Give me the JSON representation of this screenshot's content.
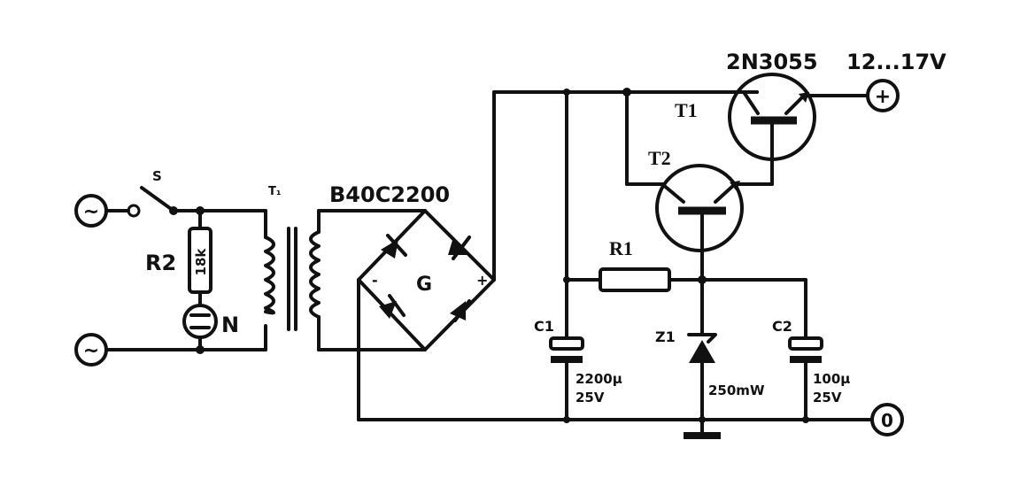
{
  "title": "",
  "labels": {
    "switch": "S",
    "transformer": "T₁",
    "bridge_type": "B40C2200",
    "bridge": "G",
    "bridge_minus": "-",
    "bridge_plus": "+",
    "r2": "R2",
    "r2_value": "18k",
    "neon": "N",
    "c1": "C1",
    "c1_value_1": "2200µ",
    "c1_value_2": "25V",
    "z1": "Z1",
    "z1_value": "250mW",
    "c2": "C2",
    "c2_value_1": "100µ",
    "c2_value_2": "25V",
    "r1": "R1",
    "t1": "T1",
    "t2": "T2",
    "t1_type": "2N3055",
    "output_voltage": "12...17V",
    "terminal_plus": "+",
    "terminal_zero": "0",
    "ac_symbol": "~"
  }
}
